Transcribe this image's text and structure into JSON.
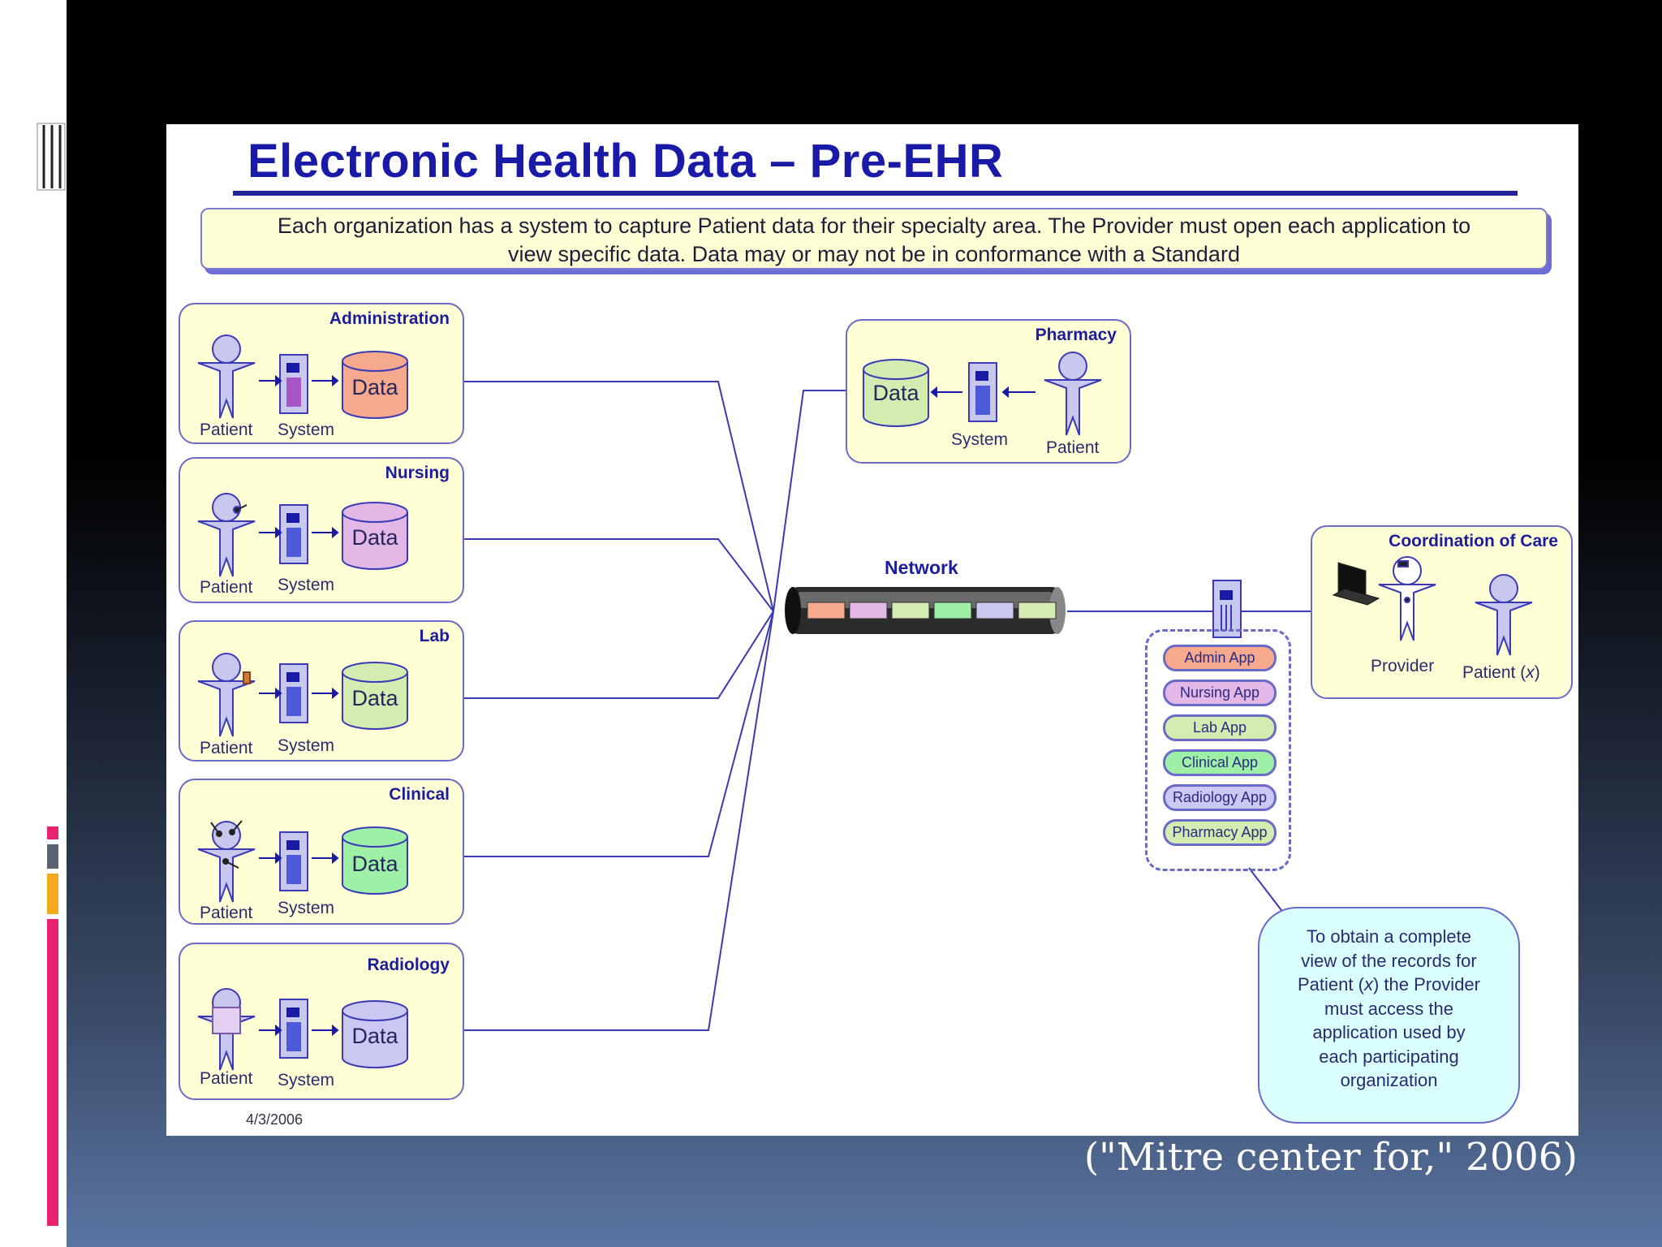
{
  "slide": {
    "citation": "(\"Mitre center for,\" 2006)",
    "accent_colors": [
      "#e8226e",
      "#5a6270",
      "#f4a81c",
      "#e8226e"
    ]
  },
  "figure": {
    "title": "Electronic Health Data – Pre-EHR",
    "summary_line1": "Each organization has a system to capture Patient data for their specialty area.  The Provider must open each application to",
    "summary_line2": "view specific data. Data may or may not be in conformance with a Standard",
    "date": "4/3/2006",
    "organizations": [
      {
        "title": "Administration",
        "patient_label": "Patient",
        "system_label": "System",
        "data_label": "Data",
        "data_color": "#f6a98c"
      },
      {
        "title": "Nursing",
        "patient_label": "Patient",
        "system_label": "System",
        "data_label": "Data",
        "data_color": "#e3b8e6"
      },
      {
        "title": "Lab",
        "patient_label": "Patient",
        "system_label": "System",
        "data_label": "Data",
        "data_color": "#d4ecb0"
      },
      {
        "title": "Clinical",
        "patient_label": "Patient",
        "system_label": "System",
        "data_label": "Data",
        "data_color": "#9ef0a6"
      },
      {
        "title": "Radiology",
        "patient_label": "Patient",
        "system_label": "System",
        "data_label": "Data",
        "data_color": "#cbc8f4"
      }
    ],
    "pharmacy": {
      "title": "Pharmacy",
      "data_label": "Data",
      "system_label": "System",
      "patient_label": "Patient",
      "data_color": "#d4ecb0"
    },
    "network": {
      "label": "Network"
    },
    "apps": [
      {
        "label": "Admin App",
        "color": "#f6a98c"
      },
      {
        "label": "Nursing App",
        "color": "#e3b8e6"
      },
      {
        "label": "Lab App",
        "color": "#d4ecb0"
      },
      {
        "label": "Clinical App",
        "color": "#9ef0a6"
      },
      {
        "label": "Radiology App",
        "color": "#cbc8f4"
      },
      {
        "label": "Pharmacy App",
        "color": "#d4ecb0"
      }
    ],
    "coordination": {
      "title": "Coordination of Care",
      "provider_label": "Provider",
      "patient_label_pre": "Patient (",
      "patient_label_var": "x",
      "patient_label_post": ")"
    },
    "note": {
      "line1": "To obtain a complete",
      "line2": "view of the records for",
      "line3_pre": "Patient (",
      "line3_var": "x",
      "line3_post": ") the Provider",
      "line4": "must access the",
      "line5": "application used by",
      "line6": "each participating",
      "line7": "organization"
    }
  }
}
